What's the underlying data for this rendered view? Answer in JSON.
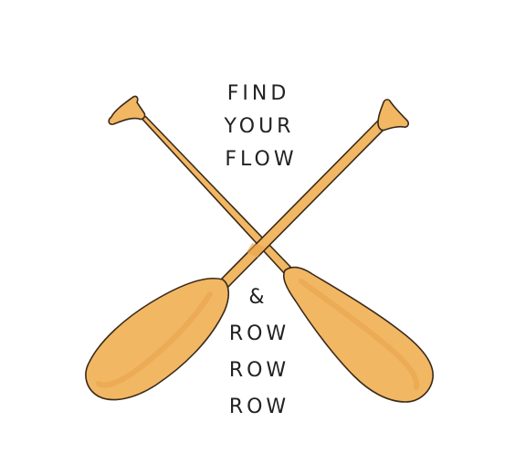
{
  "illustration": {
    "colors": {
      "wood": "#f2b763",
      "wood_shadow": "#e8a24a",
      "outline": "#3a2a1a",
      "text": "#222222",
      "background": "#ffffff"
    },
    "lines": [
      "FIND",
      "YOUR",
      "FLOW",
      "&",
      "ROW",
      "ROW",
      "ROW"
    ]
  }
}
